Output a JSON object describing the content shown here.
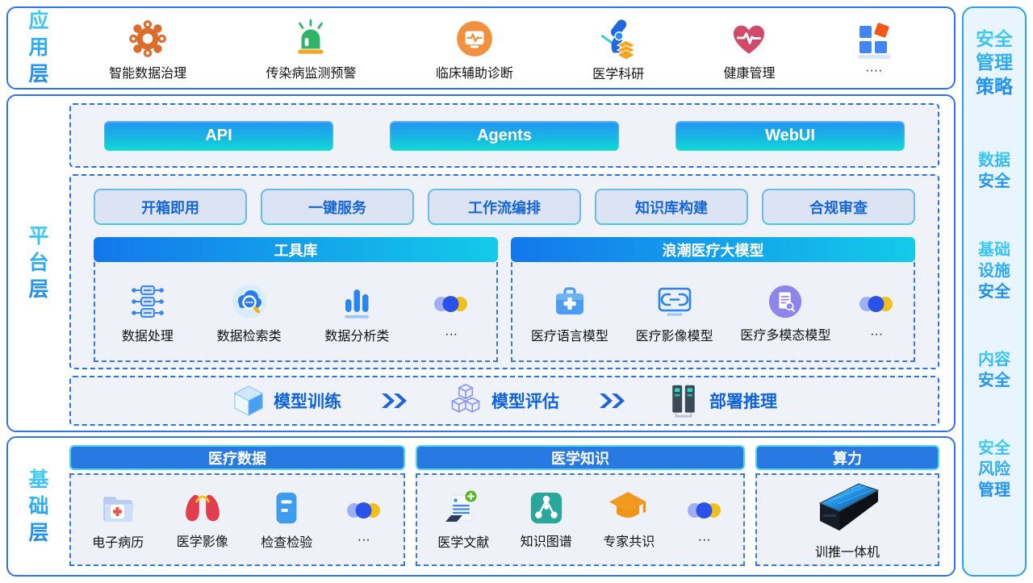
{
  "app_layer": {
    "label": "应用层",
    "items": [
      {
        "label": "智能数据治理",
        "icon": "gear-icon"
      },
      {
        "label": "传染病监测预警",
        "icon": "siren-icon"
      },
      {
        "label": "临床辅助诊断",
        "icon": "monitor-circle-icon"
      },
      {
        "label": "医学科研",
        "icon": "microscope-icon"
      },
      {
        "label": "健康管理",
        "icon": "heart-pulse-icon"
      },
      {
        "label": "····",
        "icon": "grid-more-icon"
      }
    ]
  },
  "platform_layer": {
    "label": "平台层",
    "access": {
      "buttons": [
        {
          "label": "API"
        },
        {
          "label": "Agents"
        },
        {
          "label": "WebUI"
        }
      ]
    },
    "pills": [
      {
        "label": "开箱即用"
      },
      {
        "label": "一键服务"
      },
      {
        "label": "工作流编排"
      },
      {
        "label": "知识库构建"
      },
      {
        "label": "合规审查"
      }
    ],
    "tool_library": {
      "title": "工具库",
      "items": [
        {
          "label": "数据处理",
          "icon": "data-process-icon"
        },
        {
          "label": "数据检索类",
          "icon": "data-search-icon"
        },
        {
          "label": "数据分析类",
          "icon": "data-analytics-icon"
        },
        {
          "label": "···",
          "icon": "ellipsis-circles-icon"
        }
      ]
    },
    "medical_models": {
      "title": "浪潮医疗大模型",
      "items": [
        {
          "label": "医疗语言模型",
          "icon": "medical-kit-icon"
        },
        {
          "label": "医疗影像模型",
          "icon": "monitor-link-icon"
        },
        {
          "label": "医疗多模态模型",
          "icon": "multimodal-doc-icon"
        },
        {
          "label": "···",
          "icon": "ellipsis-circles-icon"
        }
      ]
    },
    "pipeline": {
      "steps": [
        {
          "label": "模型训练",
          "icon": "cube-icon"
        },
        {
          "label": "模型评估",
          "icon": "cubes-stack-icon"
        },
        {
          "label": "部署推理",
          "icon": "servers-icon"
        }
      ]
    }
  },
  "foundation_layer": {
    "label": "基础层",
    "groups": [
      {
        "title": "医疗数据",
        "items": [
          {
            "label": "电子病历",
            "icon": "folder-cross-icon"
          },
          {
            "label": "医学影像",
            "icon": "lungs-icon"
          },
          {
            "label": "检查检验",
            "icon": "document-blue-icon"
          },
          {
            "label": "···",
            "icon": "ellipsis-circles-icon"
          }
        ]
      },
      {
        "title": "医学知识",
        "items": [
          {
            "label": "医学文献",
            "icon": "document-plus-icon"
          },
          {
            "label": "知识图谱",
            "icon": "molecule-icon"
          },
          {
            "label": "专家共识",
            "icon": "graduation-cap-icon"
          },
          {
            "label": "···",
            "icon": "ellipsis-circles-icon"
          }
        ]
      },
      {
        "title": "算力",
        "items": [
          {
            "label": "训推一体机",
            "icon": "server-machine-icon"
          }
        ]
      }
    ]
  },
  "security_panel": {
    "title": "安全管理策略",
    "items": [
      {
        "label": "数据安全"
      },
      {
        "label": "基础设施安全"
      },
      {
        "label": "内容安全"
      },
      {
        "label": "安全风险管理"
      }
    ]
  },
  "colors": {
    "layer_border": "#2e74e8",
    "dashed_border": "#2f6fe0",
    "gradient_button_top": "#2493f2",
    "gradient_button_bottom": "#10dcd4",
    "group_header_gradient_start": "#1377ec",
    "group_header_gradient_end": "#13cbe9",
    "foundation_header_blue": "#2879e2",
    "foundation_header_border": "#4fd4ea",
    "pill_bg": "#dce4f4",
    "pill_text": "#1565d8",
    "pipeline_text": "#0f63da",
    "label_gradient_top": "#41d2f6",
    "label_gradient_bottom": "#1a83ef",
    "sidebar_bg": "#e9f5fe",
    "sidebar_border": "#2f9fe8"
  }
}
